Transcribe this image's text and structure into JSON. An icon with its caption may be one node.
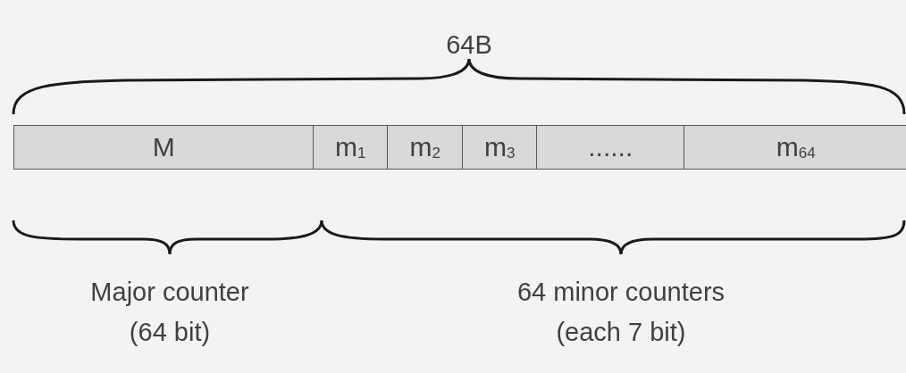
{
  "diagram": {
    "nodes": [
      {
        "text": [
          "M"
        ]
      },
      {
        "text": [
          "m$_{1}$"
        ]
      },
      {
        "text": [
          "m$_{2}$"
        ]
      },
      {
        "text": [
          "m$_{3}$"
        ]
      },
      {
        "text": [
          "......"
        ]
      },
      {
        "text": [
          "m$_{64}$"
        ]
      }
    ],
    "labels": [
      "64B",
      "Major counter (64 bit)",
      "64 minor counters (each 7 bit)"
    ]
  }
}
